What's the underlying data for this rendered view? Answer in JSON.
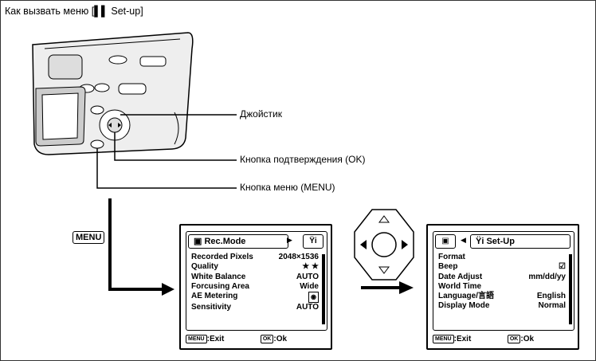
{
  "title": "Как вызвать меню [▌▌ Set-up]",
  "callouts": {
    "joystick": "Джойстик",
    "ok_button": "Кнопка подтверждения (OK)",
    "menu_button": "Кнопка меню (MENU)"
  },
  "menu_key_label": "MENU",
  "rec_screen": {
    "tab_label": "Rec.Mode",
    "settings": [
      {
        "label": "Recorded Pixels",
        "value": "2048×1536"
      },
      {
        "label": "Quality",
        "value": "★ ★"
      },
      {
        "label": "White Balance",
        "value": "AUTO"
      },
      {
        "label": "Forcusing Area",
        "value": "Wide"
      },
      {
        "label": "AE Metering",
        "value": ""
      },
      {
        "label": "Sensitivity",
        "value": "AUTO"
      }
    ],
    "footer": {
      "exit_key": "MENU",
      "exit_label": ":Exit",
      "ok_key": "OK",
      "ok_label": ":Ok"
    }
  },
  "setup_screen": {
    "tab_label": "Set-Up",
    "settings": [
      {
        "label": "Format",
        "value": ""
      },
      {
        "label": "Beep",
        "value": "☑"
      },
      {
        "label": "Date Adjust",
        "value": "mm/dd/yy"
      },
      {
        "label": "World Time",
        "value": ""
      },
      {
        "label": "Language/言語",
        "value": "English"
      },
      {
        "label": "Display Mode",
        "value": "Normal"
      }
    ],
    "footer": {
      "exit_key": "MENU",
      "exit_label": ":Exit",
      "ok_key": "OK",
      "ok_label": ":Ok"
    }
  },
  "colors": {
    "line": "#000000",
    "camera_body": "#eeeeee"
  }
}
